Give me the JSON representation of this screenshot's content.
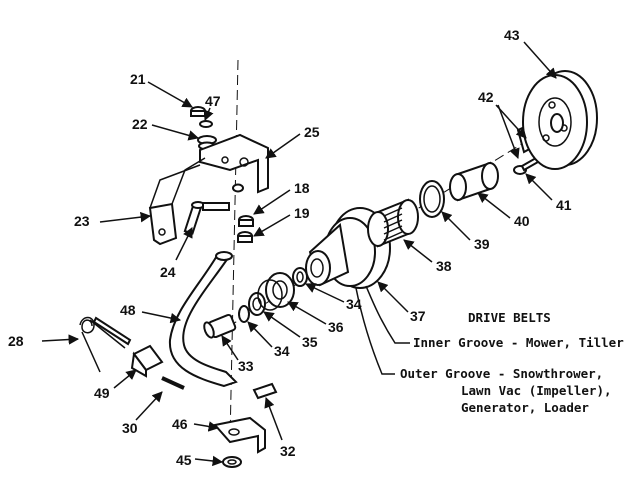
{
  "callouts": [
    "21",
    "47",
    "22",
    "25",
    "18",
    "19",
    "23",
    "24",
    "43",
    "42",
    "41",
    "40",
    "39",
    "38",
    "37",
    "34",
    "36",
    "35",
    "33",
    "48",
    "28",
    "49",
    "30",
    "46",
    "45",
    "32"
  ],
  "drive_belts": {
    "heading": "DRIVE BELTS",
    "inner": "Inner Groove - Mower, Tiller",
    "outer": [
      "Outer Groove - Snowthrower,",
      "Lawn Vac (Impeller),",
      "Generator, Loader"
    ]
  }
}
